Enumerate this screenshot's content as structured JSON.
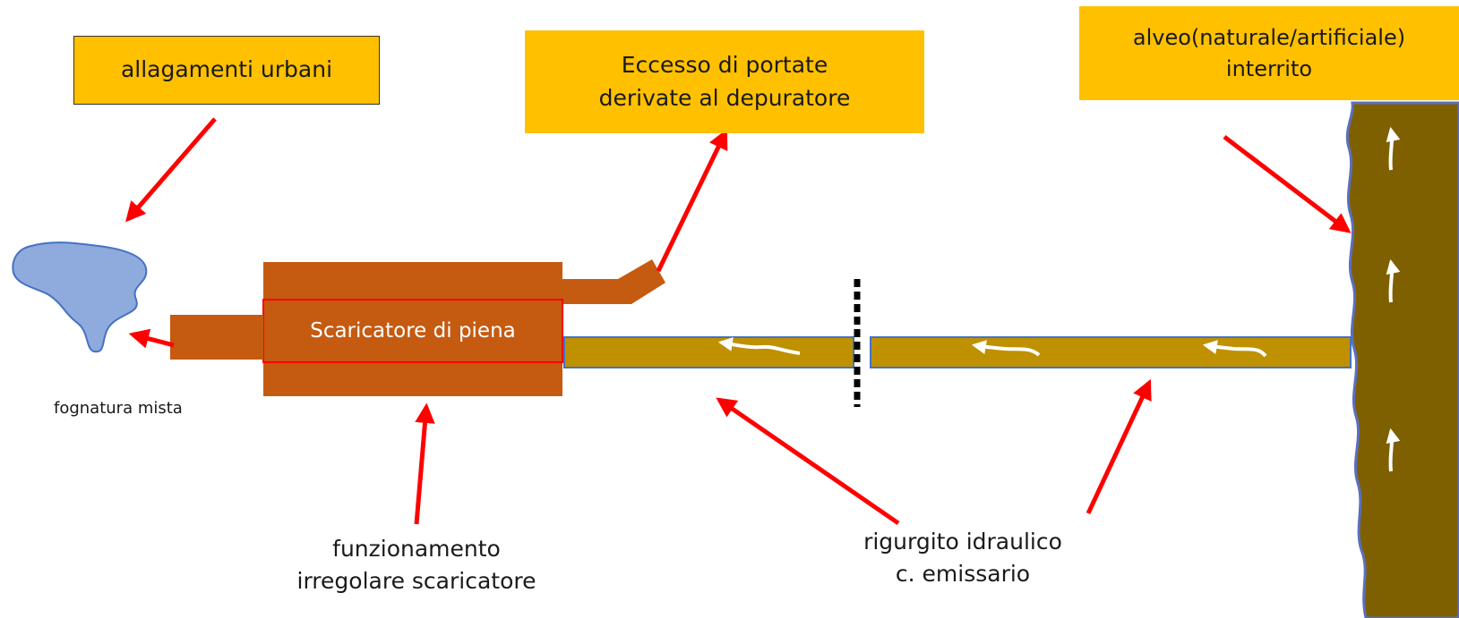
{
  "labels": {
    "allagamenti": "allagamenti urbani",
    "eccesso_line1": "Eccesso di portate",
    "eccesso_line2": "derivate al depuratore",
    "alveo_line1": "alveo(naturale/artificiale)",
    "alveo_line2": "interrito",
    "scaricatore": "Scaricatore di piena",
    "fognatura": "fognatura mista",
    "funzionamento_line1": "funzionamento",
    "funzionamento_line2": "irregolare scaricatore",
    "rigurgito_line1": "rigurgito idraulico",
    "rigurgito_line2": "c. emissario"
  },
  "colors": {
    "label_box": "#FFC000",
    "structure": "#C55A11",
    "channel": "#BF9000",
    "riverbed": "#7F6000",
    "riverbed_edge": "#5B6FBF",
    "flooding": "#8FAADC",
    "arrow": "#FF0000",
    "flow_arrow": "#FFFFFF"
  },
  "icons": {
    "flow": "flow-arrow-icon",
    "pointer": "red-pointer-arrow-icon",
    "flood": "flood-area-icon"
  }
}
